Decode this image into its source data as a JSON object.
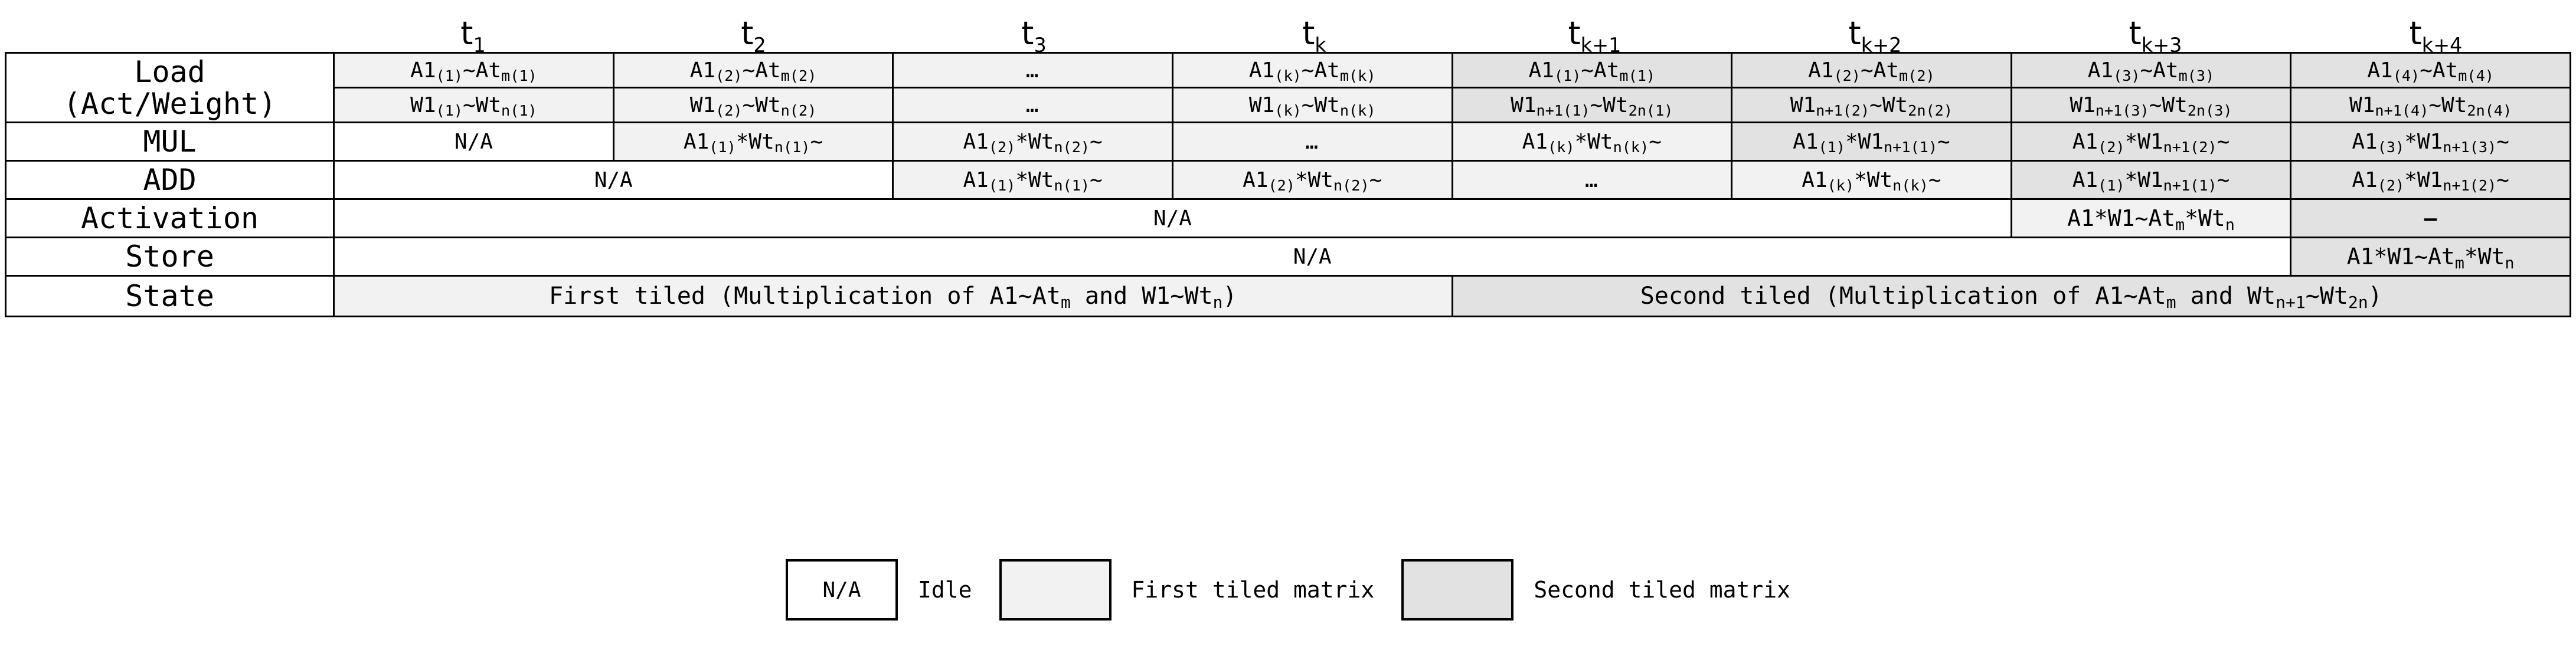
{
  "timeline": {
    "labels": [
      {
        "base": "t",
        "sub": "1"
      },
      {
        "base": "t",
        "sub": "2"
      },
      {
        "base": "t",
        "sub": "3"
      },
      {
        "base": "t",
        "sub": "k"
      },
      {
        "base": "t",
        "sub": "k+1"
      },
      {
        "base": "t",
        "sub": "k+2"
      },
      {
        "base": "t",
        "sub": "k+3"
      },
      {
        "base": "t",
        "sub": "k+4"
      }
    ]
  },
  "rows": {
    "load": {
      "label_line1": "Load",
      "label_line2": "(Act/Weight)",
      "act": [
        "A1(1)~Atm(1)",
        "A1(2)~Atm(2)",
        "…",
        "A1(k)~Atm(k)",
        "A1(1)~Atm(1)",
        "A1(2)~Atm(2)",
        "A1(3)~Atm(3)",
        "A1(4)~Atm(4)"
      ],
      "weight": [
        "W1(1)~Wtn(1)",
        "W1(2)~Wtn(2)",
        "…",
        "W1(k)~Wtn(k)",
        "W1n+1(1)~Wt2n(1)",
        "W1n+1(2)~Wt2n(2)",
        "W1n+1(3)~Wt2n(3)",
        "W1n+1(4)~Wt2n(4)"
      ]
    },
    "mul": {
      "label": "MUL",
      "cells": [
        "N/A",
        "A1(1)*Wtn(1)~",
        "A1(2)*Wtn(2)~",
        "…",
        "A1(k)*Wtn(k)~",
        "A1(1)*W1n+1(1)~",
        "A1(2)*W1n+1(2)~",
        "A1(3)*W1n+1(3)~"
      ]
    },
    "add": {
      "label": "ADD",
      "na": "N/A",
      "cells": [
        "A1(1)*Wtn(1)~",
        "A1(2)*Wtn(2)~",
        "…",
        "A1(k)*Wtn(k)~",
        "A1(1)*W1n+1(1)~",
        "A1(2)*W1n+1(2)~"
      ]
    },
    "activation": {
      "label": "Activation",
      "na": "N/A",
      "value": "A1*W1~Atm*Wtn",
      "last": "–"
    },
    "store": {
      "label": "Store",
      "na": "N/A",
      "value": "A1*W1~Atm*Wtn"
    },
    "state": {
      "label": "State",
      "first": "First tiled (Multiplication of A1~Atm and W1~Wtn)",
      "second": "Second tiled (Multiplication of A1~Atm and Wtn+1~Wt2n)"
    }
  },
  "legend": {
    "na_swatch_text": "N/A",
    "idle_label": "Idle",
    "first_label": "First tiled matrix",
    "second_label": "Second tiled matrix"
  },
  "colors": {
    "idle": "#ffffff",
    "first_tile": "#f2f2f2",
    "second_tile": "#e2e2e2",
    "border": "#000000"
  }
}
